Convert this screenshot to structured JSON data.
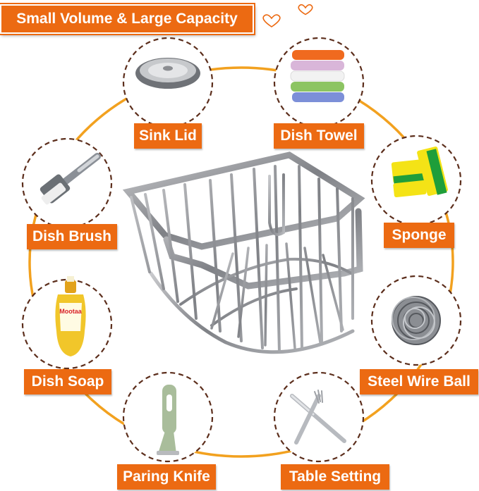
{
  "title": "Small Volume & Large Capacity",
  "colors": {
    "accent": "#ec6a12",
    "ring": "#f2a11f",
    "steel": "#8d8f93"
  },
  "items": [
    {
      "label": "Sink Lid",
      "icon": "sink-lid-icon"
    },
    {
      "label": "Dish Towel",
      "icon": "towel-stack-icon"
    },
    {
      "label": "Dish Brush",
      "icon": "dish-brush-icon"
    },
    {
      "label": "Sponge",
      "icon": "sponge-icon"
    },
    {
      "label": "Dish Soap",
      "icon": "dish-soap-icon"
    },
    {
      "label": "Steel Wire Ball",
      "icon": "steel-wire-ball-icon"
    },
    {
      "label": "Paring Knife",
      "icon": "paring-knife-icon"
    },
    {
      "label": "Table Setting",
      "icon": "knife-fork-icon"
    }
  ],
  "soap_logo_text": "Mootaa",
  "hearts": [
    "heart-icon",
    "heart-icon"
  ]
}
